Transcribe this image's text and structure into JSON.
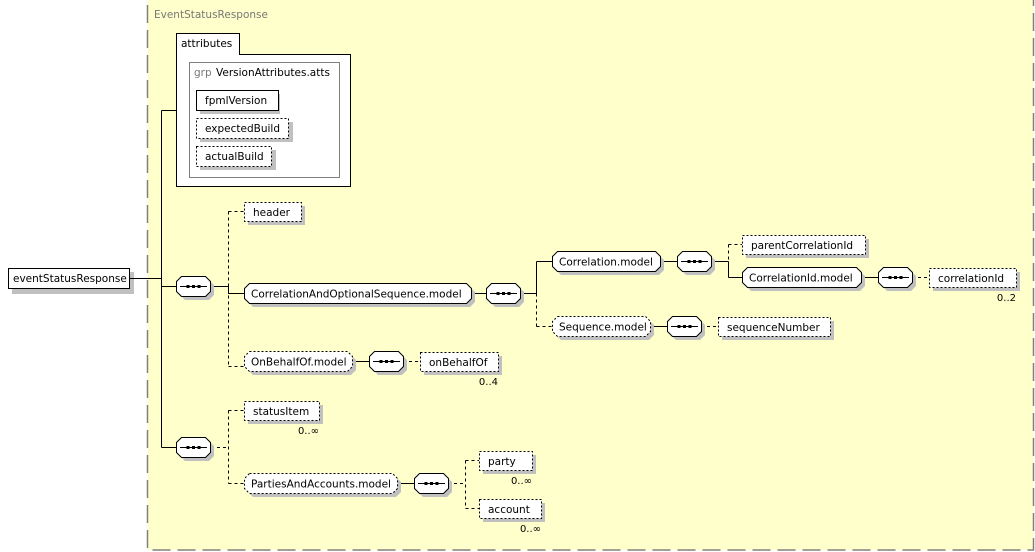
{
  "diagram": {
    "type_name": "EventStatusResponse",
    "root_element": "eventStatusResponse",
    "attributes": {
      "tab_label": "attributes",
      "group_prefix": "grp",
      "group_name": "VersionAttributes.atts",
      "items": [
        {
          "name": "fpmlVersion",
          "optional": false
        },
        {
          "name": "expectedBuild",
          "optional": true
        },
        {
          "name": "actualBuild",
          "optional": true
        }
      ]
    },
    "sequence1": {
      "compositor_icon": "sequence-icon",
      "children": {
        "header": {
          "name": "header",
          "optional": true
        },
        "correlation_and_optional_sequence": {
          "name": "CorrelationAndOptionalSequence.model",
          "optional": false,
          "compositor_icon": "sequence-icon",
          "correlation_model": {
            "name": "Correlation.model",
            "optional": false,
            "compositor_icon": "sequence-icon",
            "parent_correlation_id": {
              "name": "parentCorrelationId",
              "optional": true
            },
            "correlation_id_model": {
              "name": "CorrelationId.model",
              "optional": false,
              "compositor_icon": "sequence-icon",
              "correlation_id": {
                "name": "correlationId",
                "optional": true,
                "occurs": "0..2"
              }
            }
          },
          "sequence_model": {
            "name": "Sequence.model",
            "optional": true,
            "compositor_icon": "sequence-icon",
            "sequence_number": {
              "name": "sequenceNumber",
              "optional": true
            }
          }
        },
        "on_behalf_of_model": {
          "name": "OnBehalfOf.model",
          "optional": true,
          "compositor_icon": "sequence-icon",
          "on_behalf_of": {
            "name": "onBehalfOf",
            "optional": true,
            "occurs": "0..4"
          }
        }
      }
    },
    "sequence2": {
      "compositor_icon": "sequence-icon",
      "children": {
        "status_item": {
          "name": "statusItem",
          "optional": true,
          "occurs": "0..∞"
        },
        "parties_and_accounts_model": {
          "name": "PartiesAndAccounts.model",
          "optional": true,
          "compositor_icon": "sequence-icon",
          "party": {
            "name": "party",
            "optional": true,
            "occurs": "0..∞"
          },
          "account": {
            "name": "account",
            "optional": true,
            "occurs": "0..∞"
          }
        }
      }
    },
    "colors": {
      "container_bg": "#ffffcc",
      "container_border": "#808080",
      "shadow": "#c0c0c0"
    }
  }
}
